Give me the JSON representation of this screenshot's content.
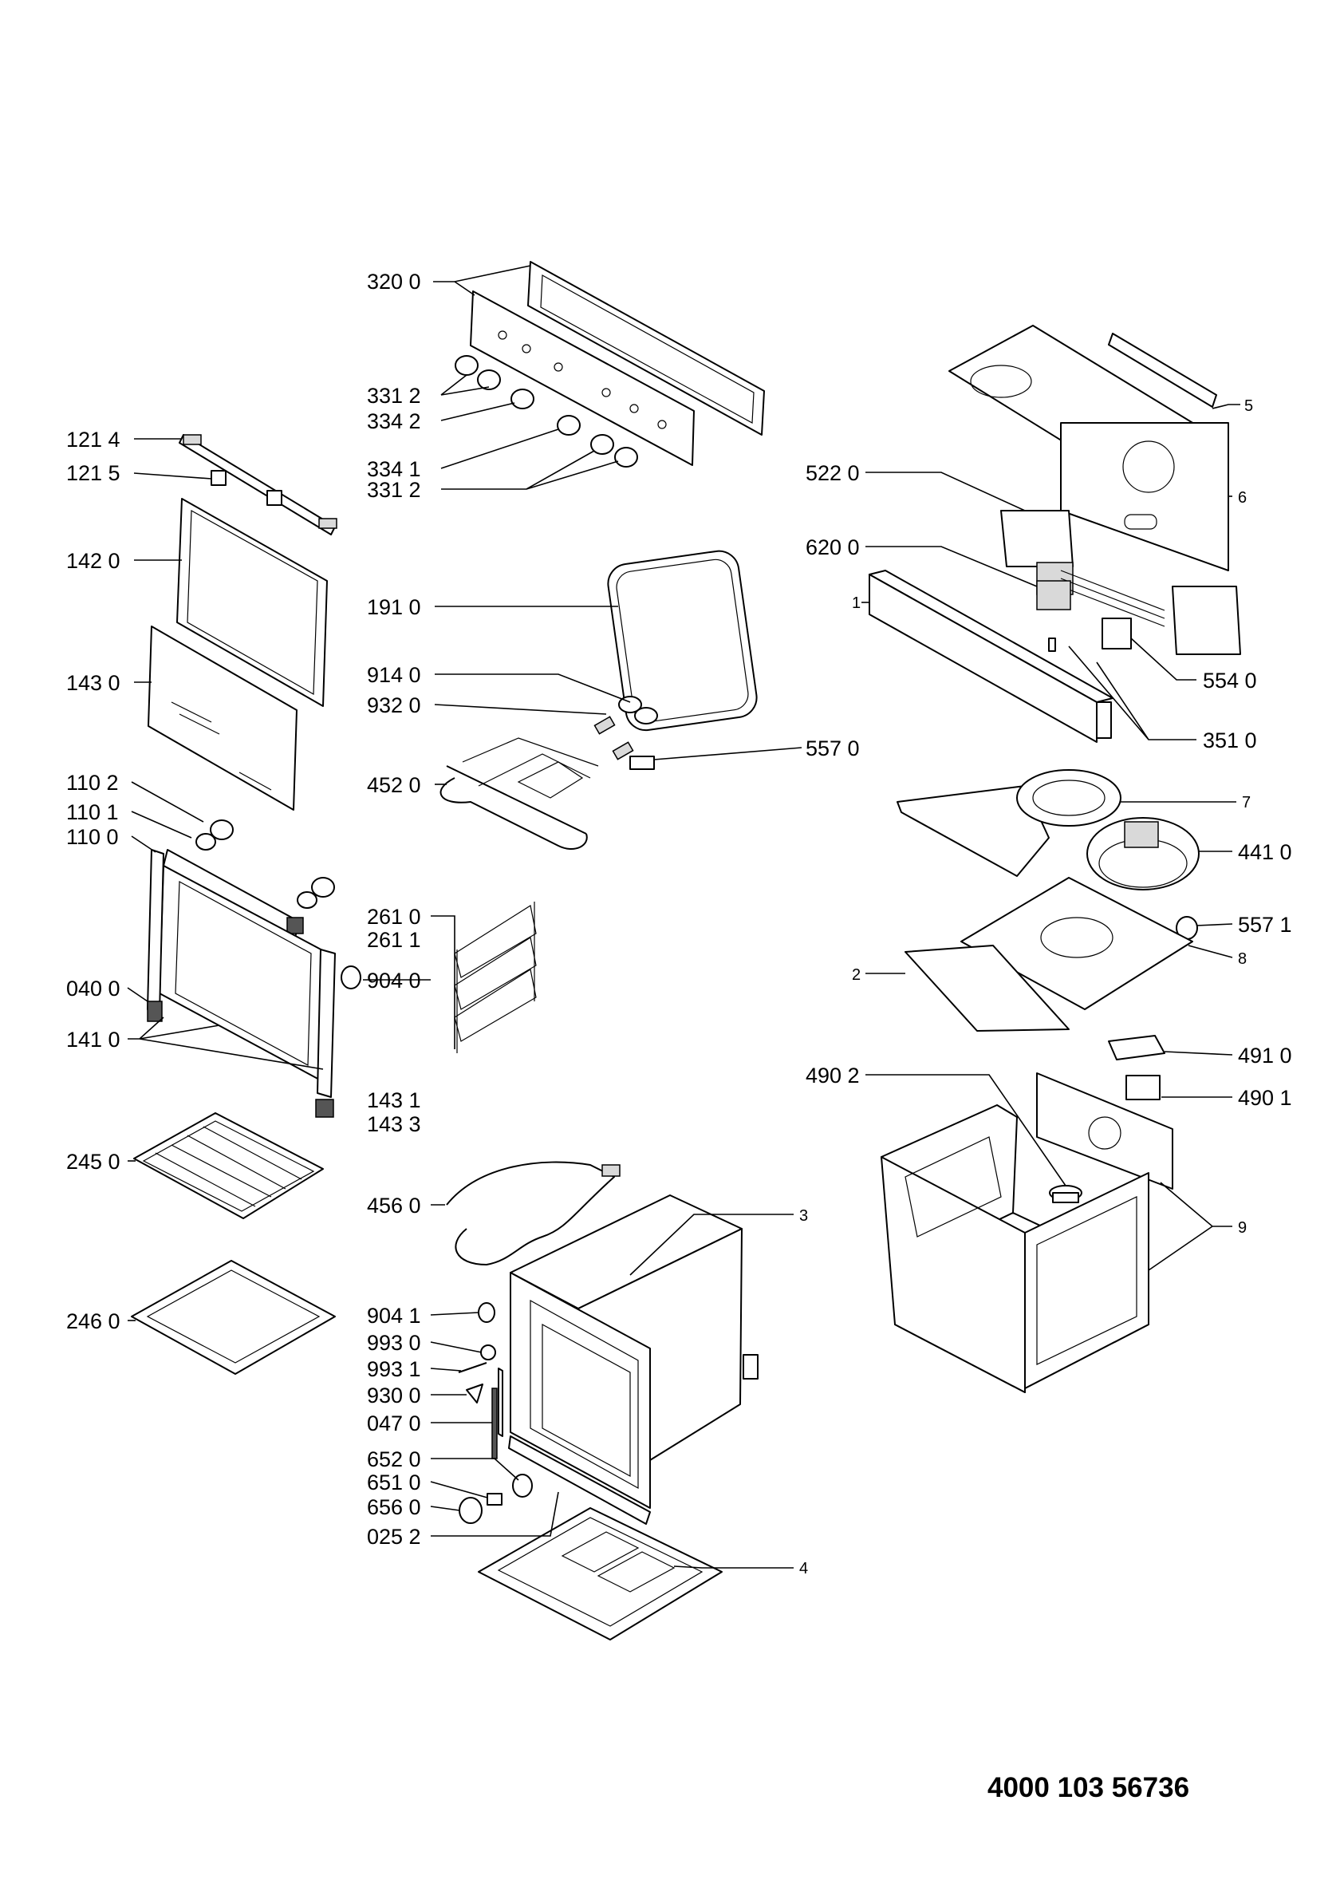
{
  "document_number": "4000 103 56736",
  "callouts": {
    "c320_0": "320 0",
    "c331_2a": "331 2",
    "c334_2": "334 2",
    "c334_1": "334 1",
    "c331_2b": "331 2",
    "c121_4": "121 4",
    "c121_5": "121 5",
    "c142_0": "142 0",
    "c143_0": "143 0",
    "c191_0": "191 0",
    "c914_0": "914 0",
    "c932_0": "932 0",
    "c452_0": "452 0",
    "c557_0": "557 0",
    "c110_2": "110 2",
    "c110_1": "110 1",
    "c110_0": "110 0",
    "c261_0": "261 0",
    "c261_1": "261 1",
    "c904_0": "904 0",
    "c040_0": "040 0",
    "c141_0": "141 0",
    "c143_1": "143 1",
    "c143_3": "143 3",
    "c245_0": "245 0",
    "c456_0": "456 0",
    "c246_0": "246 0",
    "c904_1": "904 1",
    "c993_0": "993 0",
    "c993_1": "993 1",
    "c930_0": "930 0",
    "c047_0": "047 0",
    "c652_0": "652 0",
    "c651_0": "651 0",
    "c656_0": "656 0",
    "c025_2": "025 2",
    "c3": "3",
    "c4": "4",
    "c5": "5",
    "c6": "6",
    "c522_0": "522 0",
    "c620_0": "620 0",
    "c1": "1",
    "c554_0": "554 0",
    "c351_0": "351 0",
    "c7": "7",
    "c441_0": "441 0",
    "c557_1": "557 1",
    "c2": "2",
    "c8": "8",
    "c491_0": "491 0",
    "c490_2": "490 2",
    "c490_1": "490 1",
    "c9": "9"
  }
}
